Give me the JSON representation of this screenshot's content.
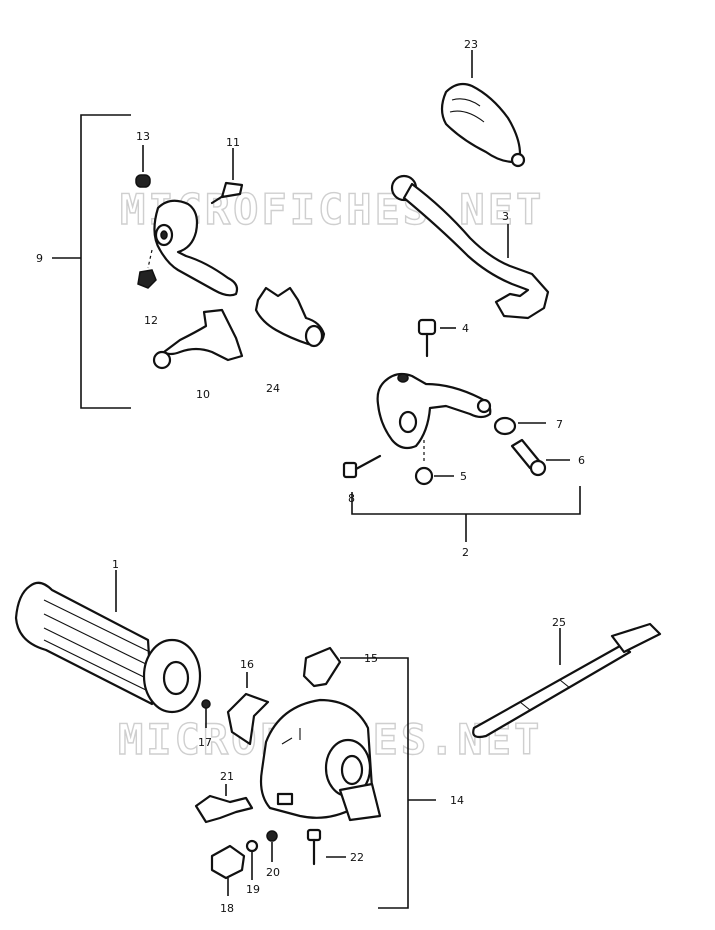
{
  "watermark": "MICROFICHES.NET",
  "labels": {
    "p1": "1",
    "p2": "2",
    "p3": "3",
    "p4": "4",
    "p5": "5",
    "p6": "6",
    "p7": "7",
    "p8": "8",
    "p9": "9",
    "p10": "10",
    "p11": "11",
    "p12": "12",
    "p13": "13",
    "p14": "14",
    "p15": "15",
    "p16": "16",
    "p17": "17",
    "p18": "18",
    "p19": "19",
    "p20": "20",
    "p21": "21",
    "p22": "22",
    "p23": "23",
    "p24": "24",
    "p25": "25"
  }
}
